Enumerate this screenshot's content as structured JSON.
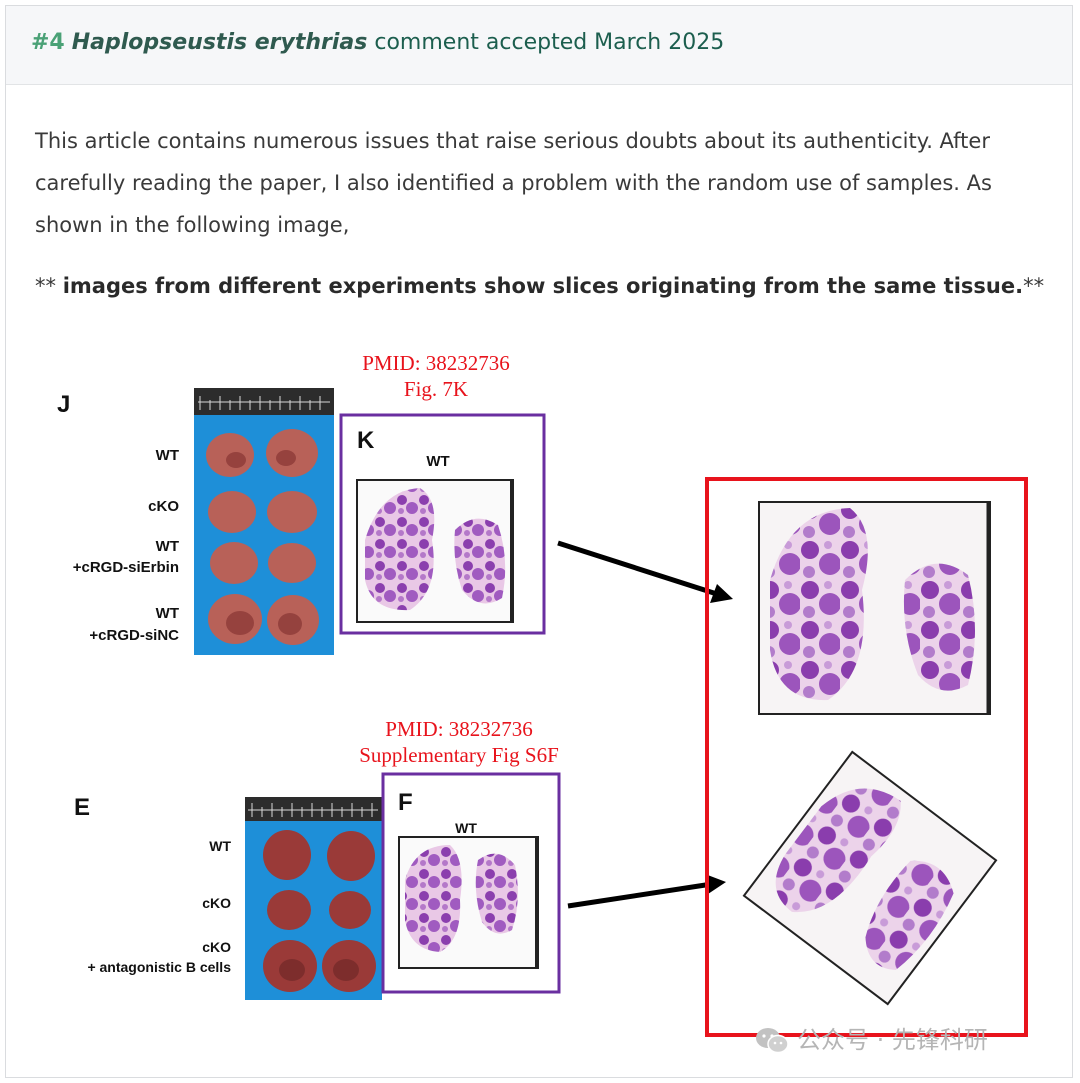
{
  "header": {
    "number": "#4",
    "species": "Haplopseustis erythrias",
    "status": "comment accepted March 2025"
  },
  "body": {
    "paragraph": "This article contains numerous issues that raise serious doubts about its authenticity. After carefully reading the paper, I also identified a problem with the random use of samples. As shown in the following image,",
    "emphasis_prefix": "**",
    "emphasis": "images from different experiments show slices originating from the same tissue.",
    "emphasis_suffix": "**"
  },
  "figure": {
    "top_source": {
      "pmid": "PMID: 38232736",
      "fig": "Fig. 7K"
    },
    "bottom_source": {
      "pmid": "PMID: 38232736",
      "fig": "Supplementary Fig S6F"
    },
    "panel_J": {
      "letter": "J",
      "labels": [
        "WT",
        "cKO",
        "WT",
        "+cRGD-siErbin",
        "WT",
        "+cRGD-siNC"
      ]
    },
    "panel_K": {
      "letter": "K",
      "label": "WT"
    },
    "panel_E": {
      "letter": "E",
      "labels": [
        "WT",
        "cKO",
        "cKO",
        "+ antagonistic B cells"
      ]
    },
    "panel_F": {
      "letter": "F",
      "label": "WT"
    },
    "colors": {
      "highlight": "#e8131c",
      "panel_border": "#6a2fa0",
      "stain": "#8b3fae"
    }
  },
  "watermark": {
    "icon": "wechat-icon",
    "text": "公众号 · 先锋科研"
  }
}
